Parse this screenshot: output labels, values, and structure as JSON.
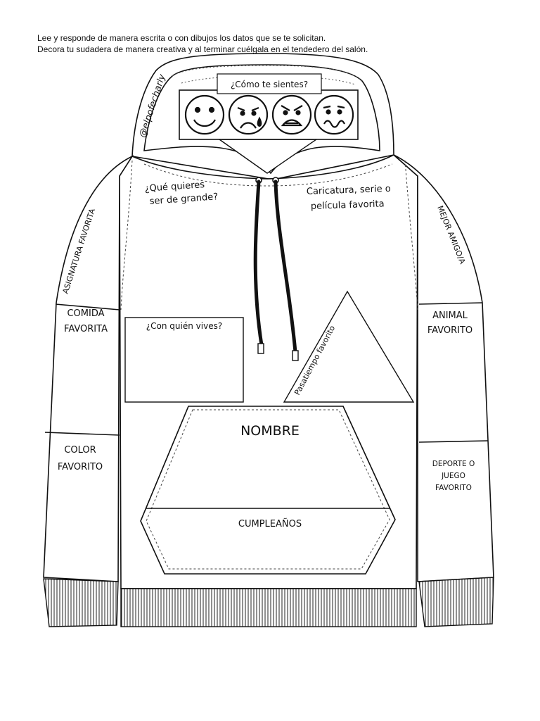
{
  "instructions": {
    "line1": "Lee y responde de manera escrita o con dibujos los datos que se te solicitan.",
    "line2": "Decora tu sudadera de manera creativa y al terminar cuélgala en el tendedero del salón."
  },
  "watermark": "@elpofecharly",
  "mood": {
    "question": "¿Cómo te sientes?",
    "faces": [
      "happy-face-icon",
      "crying-face-icon",
      "angry-face-icon",
      "worried-face-icon"
    ]
  },
  "chest_left": {
    "line1": "¿Qué quieres",
    "line2": "ser de grande?"
  },
  "chest_right": {
    "line1": "Caricatura, serie o",
    "line2": "película favorita"
  },
  "left_sleeve": {
    "subject": "ASIGNATURA FAVORITA",
    "food_1": "COMIDA",
    "food_2": "FAVORITA",
    "color_1": "COLOR",
    "color_2": "FAVORITO"
  },
  "right_sleeve": {
    "friend": "MEJOR AMIGO/A",
    "animal_1": "ANIMAL",
    "animal_2": "FAVORITO",
    "sport_1": "DEPORTE O",
    "sport_2": "JUEGO",
    "sport_3": "FAVORITO"
  },
  "live_with": "¿Con quién vives?",
  "hobby": "Pasatiempo favorito",
  "pocket": {
    "name": "NOMBRE",
    "birthday": "CUMPLEAÑOS"
  }
}
